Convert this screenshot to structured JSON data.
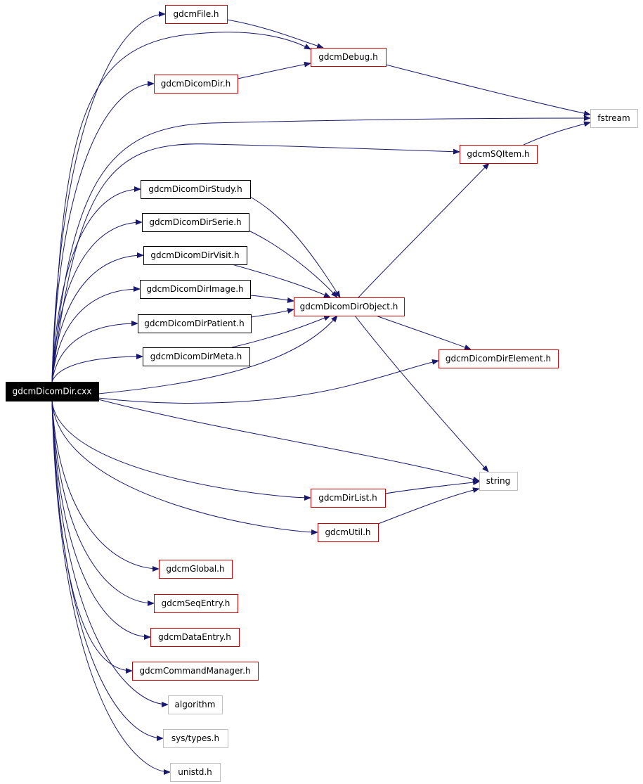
{
  "colors": {
    "edge": "#191970",
    "root_fill": "#000000",
    "root_text": "#ffffff",
    "documented_border": "#cc0000",
    "undocumented_border": "#000000",
    "system_border": "#bfbfbf"
  },
  "nodes": [
    {
      "id": "root",
      "label": "gdcmDicomDir.cxx",
      "style": "root"
    },
    {
      "id": "file_h",
      "label": "gdcmFile.h",
      "style": "documented"
    },
    {
      "id": "debug_h",
      "label": "gdcmDebug.h",
      "style": "documented"
    },
    {
      "id": "dicomdir_h",
      "label": "gdcmDicomDir.h",
      "style": "documented"
    },
    {
      "id": "fstream",
      "label": "fstream",
      "style": "system"
    },
    {
      "id": "sqitem_h",
      "label": "gdcmSQItem.h",
      "style": "documented"
    },
    {
      "id": "study_h",
      "label": "gdcmDicomDirStudy.h",
      "style": "undocumented"
    },
    {
      "id": "serie_h",
      "label": "gdcmDicomDirSerie.h",
      "style": "undocumented"
    },
    {
      "id": "visit_h",
      "label": "gdcmDicomDirVisit.h",
      "style": "undocumented"
    },
    {
      "id": "image_h",
      "label": "gdcmDicomDirImage.h",
      "style": "undocumented"
    },
    {
      "id": "object_h",
      "label": "gdcmDicomDirObject.h",
      "style": "documented"
    },
    {
      "id": "patient_h",
      "label": "gdcmDicomDirPatient.h",
      "style": "undocumented"
    },
    {
      "id": "meta_h",
      "label": "gdcmDicomDirMeta.h",
      "style": "undocumented"
    },
    {
      "id": "element_h",
      "label": "gdcmDicomDirElement.h",
      "style": "documented"
    },
    {
      "id": "string",
      "label": "string",
      "style": "system"
    },
    {
      "id": "dirlist_h",
      "label": "gdcmDirList.h",
      "style": "documented"
    },
    {
      "id": "util_h",
      "label": "gdcmUtil.h",
      "style": "documented"
    },
    {
      "id": "global_h",
      "label": "gdcmGlobal.h",
      "style": "documented"
    },
    {
      "id": "seqentry_h",
      "label": "gdcmSeqEntry.h",
      "style": "documented"
    },
    {
      "id": "dataentry_h",
      "label": "gdcmDataEntry.h",
      "style": "documented"
    },
    {
      "id": "cmdmgr_h",
      "label": "gdcmCommandManager.h",
      "style": "documented"
    },
    {
      "id": "algorithm",
      "label": "algorithm",
      "style": "system"
    },
    {
      "id": "systypes_h",
      "label": "sys/types.h",
      "style": "system"
    },
    {
      "id": "unistd_h",
      "label": "unistd.h",
      "style": "system"
    }
  ],
  "edges": [
    {
      "from": "root",
      "to": "file_h"
    },
    {
      "from": "root",
      "to": "debug_h"
    },
    {
      "from": "root",
      "to": "dicomdir_h"
    },
    {
      "from": "root",
      "to": "fstream"
    },
    {
      "from": "root",
      "to": "sqitem_h"
    },
    {
      "from": "root",
      "to": "study_h"
    },
    {
      "from": "root",
      "to": "serie_h"
    },
    {
      "from": "root",
      "to": "visit_h"
    },
    {
      "from": "root",
      "to": "image_h"
    },
    {
      "from": "root",
      "to": "patient_h"
    },
    {
      "from": "root",
      "to": "meta_h"
    },
    {
      "from": "root",
      "to": "object_h"
    },
    {
      "from": "root",
      "to": "element_h"
    },
    {
      "from": "root",
      "to": "string"
    },
    {
      "from": "root",
      "to": "dirlist_h"
    },
    {
      "from": "root",
      "to": "util_h"
    },
    {
      "from": "root",
      "to": "global_h"
    },
    {
      "from": "root",
      "to": "seqentry_h"
    },
    {
      "from": "root",
      "to": "dataentry_h"
    },
    {
      "from": "root",
      "to": "cmdmgr_h"
    },
    {
      "from": "root",
      "to": "algorithm"
    },
    {
      "from": "root",
      "to": "systypes_h"
    },
    {
      "from": "root",
      "to": "unistd_h"
    },
    {
      "from": "file_h",
      "to": "debug_h"
    },
    {
      "from": "dicomdir_h",
      "to": "debug_h"
    },
    {
      "from": "debug_h",
      "to": "fstream"
    },
    {
      "from": "sqitem_h",
      "to": "fstream"
    },
    {
      "from": "study_h",
      "to": "object_h"
    },
    {
      "from": "serie_h",
      "to": "object_h"
    },
    {
      "from": "visit_h",
      "to": "object_h"
    },
    {
      "from": "image_h",
      "to": "object_h"
    },
    {
      "from": "patient_h",
      "to": "object_h"
    },
    {
      "from": "meta_h",
      "to": "object_h"
    },
    {
      "from": "object_h",
      "to": "sqitem_h"
    },
    {
      "from": "object_h",
      "to": "element_h"
    },
    {
      "from": "object_h",
      "to": "string"
    },
    {
      "from": "dirlist_h",
      "to": "string"
    },
    {
      "from": "util_h",
      "to": "string"
    }
  ]
}
